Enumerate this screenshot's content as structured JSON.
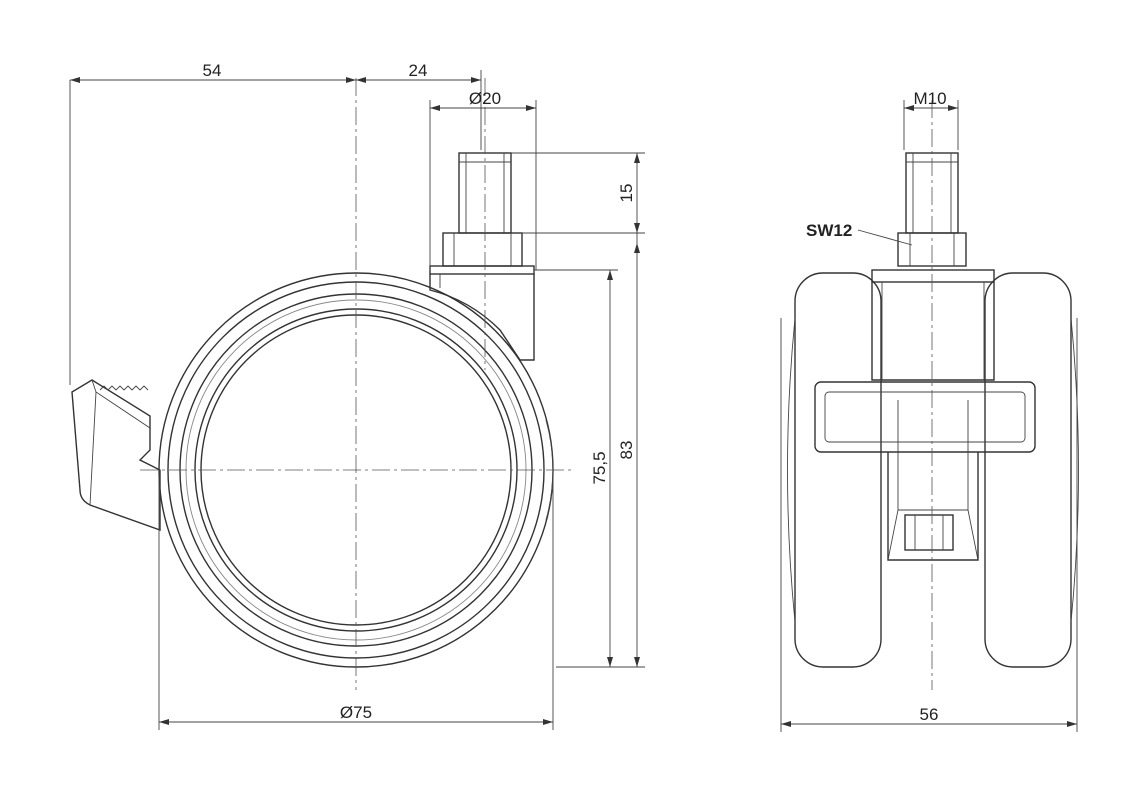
{
  "dimensions": {
    "d54": "54",
    "d24": "24",
    "d20": "Ø20",
    "d15": "15",
    "d755": "75,5",
    "d83": "83",
    "d75": "Ø75",
    "m10": "M10",
    "d56": "56"
  },
  "callouts": {
    "sw12": "SW12"
  }
}
